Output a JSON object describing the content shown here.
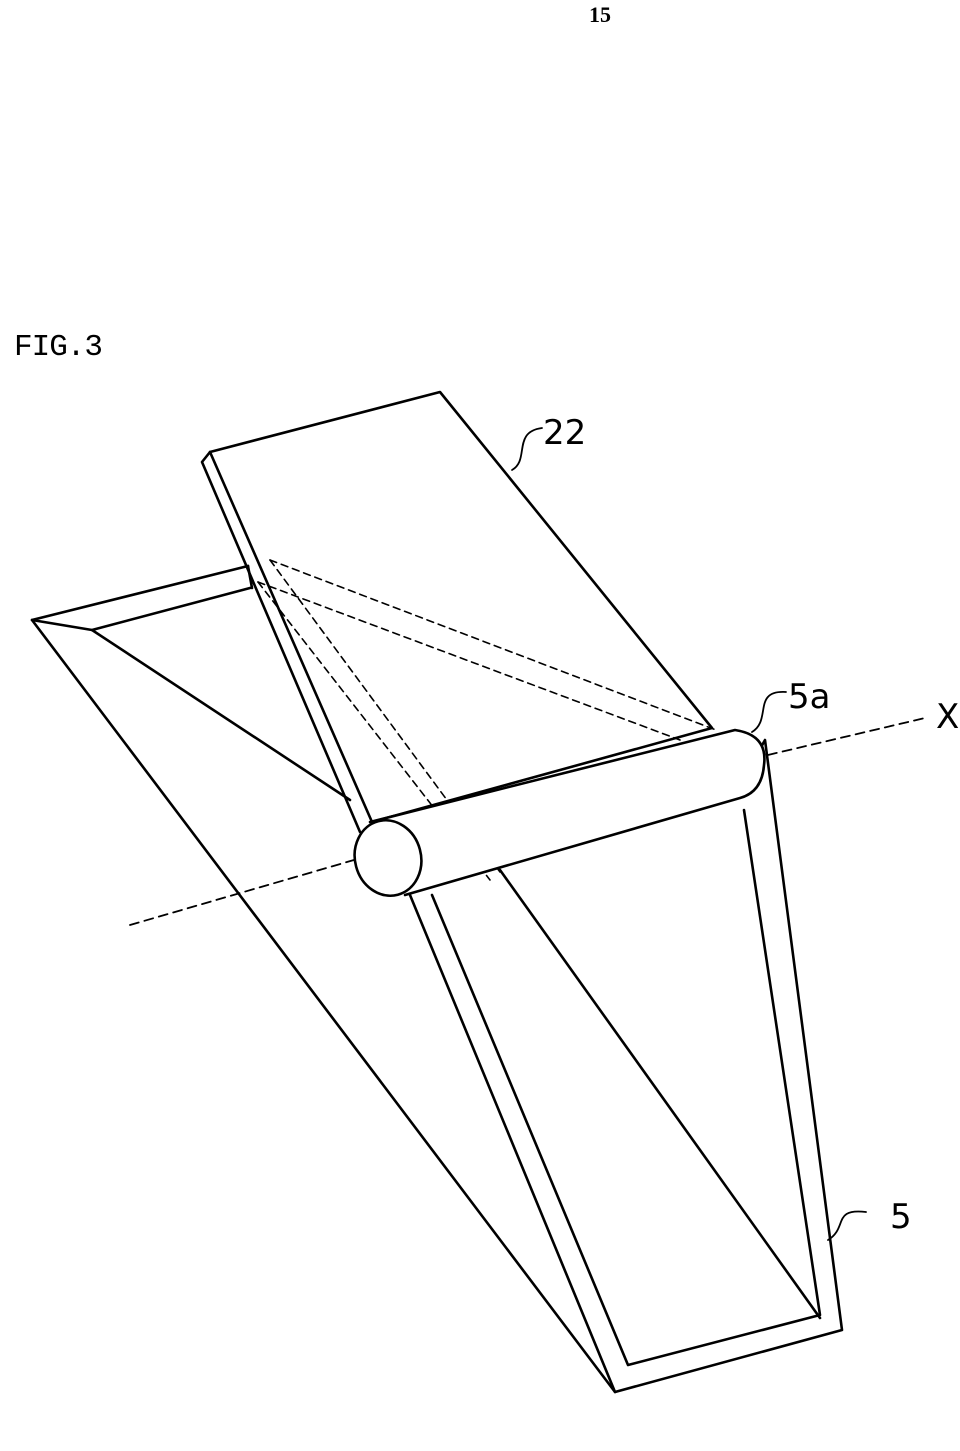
{
  "page": {
    "number": "15"
  },
  "figure": {
    "label": "FIG.3"
  },
  "references": {
    "plate": "22",
    "shaft": "5a",
    "axis": "X",
    "frame": "5"
  },
  "colors": {
    "ink": "#000000",
    "paper": "#ffffff"
  }
}
